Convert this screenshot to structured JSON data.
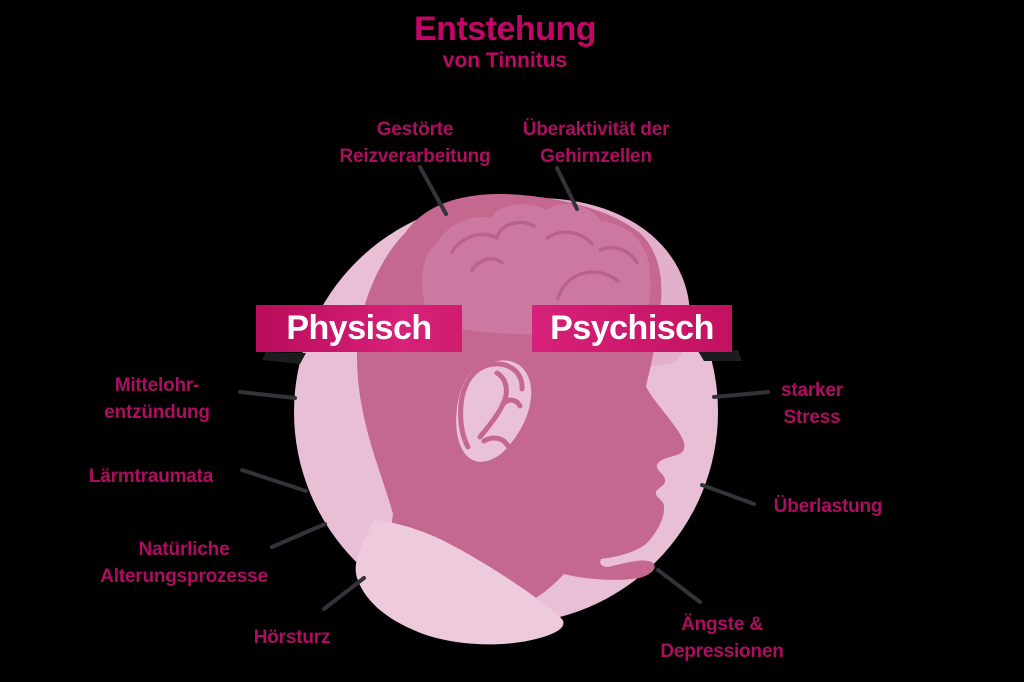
{
  "title": {
    "main": "Entstehung",
    "sub": "von Tinnitus"
  },
  "banners": {
    "physisch": "Physisch",
    "psychisch": "Psychisch"
  },
  "causes": [
    {
      "id": "gestoerte-reizverarbeitung",
      "side": "physisch",
      "lines": [
        "Gestörte",
        "Reizverarbeitung"
      ]
    },
    {
      "id": "ueberaktivitaet-gehirnzellen",
      "side": "psychisch",
      "lines": [
        "Überaktivität der",
        "Gehirnzellen"
      ]
    },
    {
      "id": "mittelohrentzuendung",
      "side": "physisch",
      "lines": [
        "Mittelohr-",
        "entzündung"
      ]
    },
    {
      "id": "laermtraumata",
      "side": "physisch",
      "lines": [
        "Lärmtraumata",
        ""
      ]
    },
    {
      "id": "natuerliche-alterungsprozesse",
      "side": "physisch",
      "lines": [
        "Natürliche",
        "Alterungsprozesse"
      ]
    },
    {
      "id": "hoersturz",
      "side": "physisch",
      "lines": [
        "Hörsturz",
        ""
      ]
    },
    {
      "id": "starker-stress",
      "side": "psychisch",
      "lines": [
        "starker",
        "Stress"
      ]
    },
    {
      "id": "ueberlastung",
      "side": "psychisch",
      "lines": [
        "Überlastung",
        ""
      ]
    },
    {
      "id": "aengste-depressionen",
      "side": "psychisch",
      "lines": [
        "Ängste &",
        "Depressionen"
      ]
    }
  ],
  "colors": {
    "background": "#000000",
    "title_text": "#c10766",
    "cause_text": "#ad0e60",
    "banner_fill": "#d01d6e",
    "banner_text": "#ffffff",
    "circle_pink": "#e9bfd5",
    "ghost_head_pink": "#e3b0cb",
    "head_pink": "#c5688f",
    "brain_pink": "#cd78a1",
    "brain_line_pink": "#ba6190",
    "shirt_pink": "#eecadd",
    "ear_pink": "#eac2d7",
    "connector_line": "#35333a",
    "banner_shadow": "#1c1b1e"
  }
}
